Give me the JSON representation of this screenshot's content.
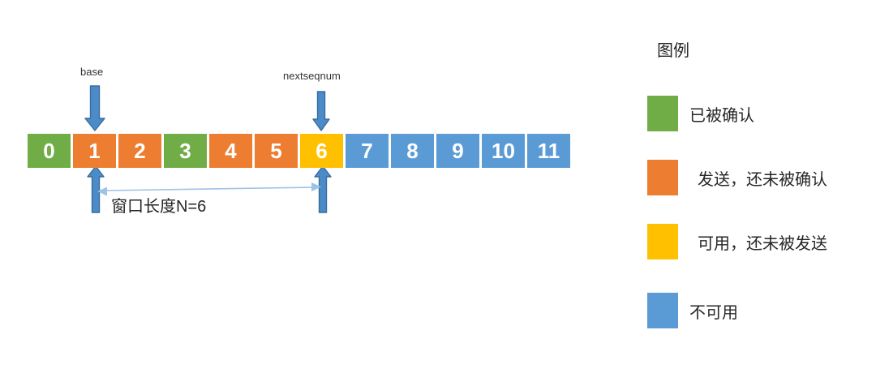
{
  "palette": {
    "acked_green": "#70AD47",
    "sent_orange": "#ED7D31",
    "usable_yellow": "#FFC000",
    "unusable_blue": "#5B9BD5",
    "arrow_blue_fill": "#4A8BC8",
    "arrow_blue_border": "#3A6D9E",
    "span_arrow_light_blue": "#9DC3E6",
    "text_dark": "#262626"
  },
  "pointers": {
    "base_label": "base",
    "nextseqnum_label": "nextseqnum"
  },
  "window": {
    "label": "窗口长度N=6"
  },
  "sequence": {
    "cells": [
      {
        "label": "0",
        "state": "acked"
      },
      {
        "label": "1",
        "state": "sent"
      },
      {
        "label": "2",
        "state": "sent"
      },
      {
        "label": "3",
        "state": "acked"
      },
      {
        "label": "4",
        "state": "sent"
      },
      {
        "label": "5",
        "state": "sent"
      },
      {
        "label": "6",
        "state": "usable"
      },
      {
        "label": "7",
        "state": "unusable"
      },
      {
        "label": "8",
        "state": "unusable"
      },
      {
        "label": "9",
        "state": "unusable"
      },
      {
        "label": "10",
        "state": "unusable"
      },
      {
        "label": "11",
        "state": "unusable"
      }
    ]
  },
  "legend": {
    "title": "图例",
    "items": [
      {
        "label": "已被确认",
        "state": "acked",
        "color": "#70AD47"
      },
      {
        "label": "发送，还未被确认",
        "state": "sent",
        "color": "#ED7D31"
      },
      {
        "label": "可用，还未被发送",
        "state": "usable",
        "color": "#FFC000"
      },
      {
        "label": "不可用",
        "state": "unusable",
        "color": "#5B9BD5"
      }
    ]
  }
}
